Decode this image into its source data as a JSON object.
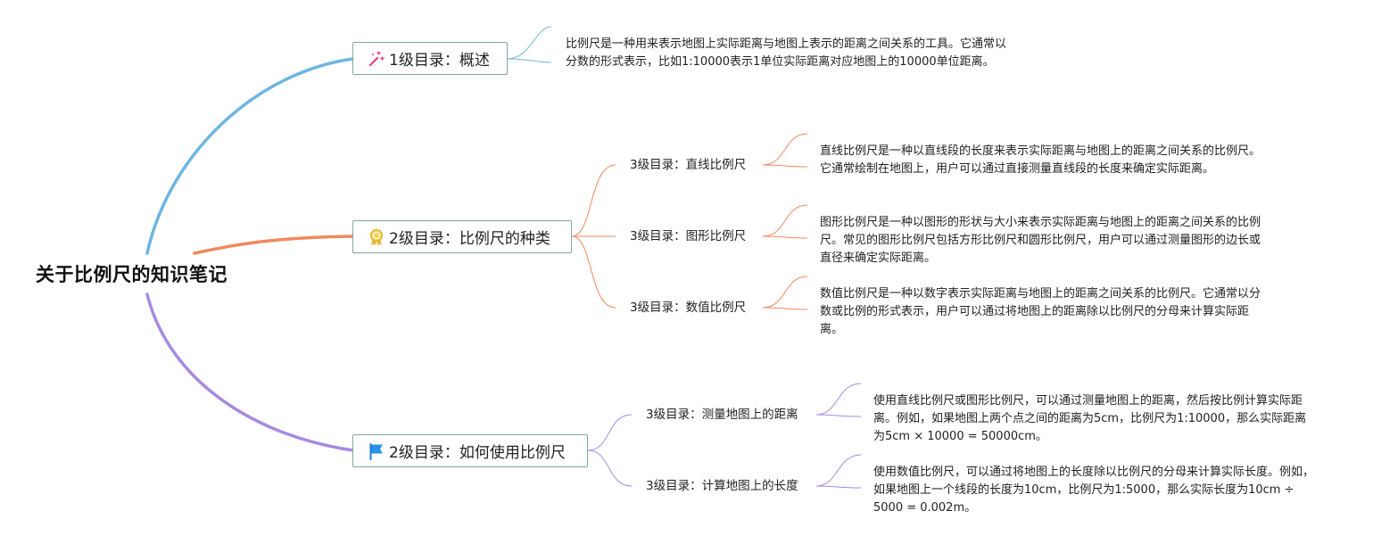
{
  "root": {
    "title": "关于比例尺的知识笔记"
  },
  "branches": [
    {
      "label": "1级目录：概述",
      "icon": "magic-wand-icon",
      "color": "#6eb6e0",
      "detail": "比例尺是一种用来表示地图上实际距离与地图上表示的距离之间关系的工具。它通常以分数的形式表示，比如1:10000表示1单位实际距离对应地图上的10000单位距离。"
    },
    {
      "label": "2级目录：比例尺的种类",
      "icon": "award-medal-icon",
      "color": "#f0895d",
      "children": [
        {
          "label": "3级目录：直线比例尺",
          "detail": "直线比例尺是一种以直线段的长度来表示实际距离与地图上的距离之间关系的比例尺。它通常绘制在地图上，用户可以通过直接测量直线段的长度来确定实际距离。"
        },
        {
          "label": "3级目录：图形比例尺",
          "detail": "图形比例尺是一种以图形的形状与大小来表示实际距离与地图上的距离之间关系的比例尺。常见的图形比例尺包括方形比例尺和圆形比例尺，用户可以通过测量图形的边长或直径来确定实际距离。"
        },
        {
          "label": "3级目录：数值比例尺",
          "detail": "数值比例尺是一种以数字表示实际距离与地图上的距离之间关系的比例尺。它通常以分数或比例的形式表示，用户可以通过将地图上的距离除以比例尺的分母来计算实际距离。"
        }
      ]
    },
    {
      "label": "2级目录：如何使用比例尺",
      "icon": "flag-icon",
      "color": "#a58be0",
      "children": [
        {
          "label": "3级目录：测量地图上的距离",
          "detail": "使用直线比例尺或图形比例尺，可以通过测量地图上的距离，然后按比例计算实际距离。例如，如果地图上两个点之间的距离为5cm，比例尺为1:10000，那么实际距离为5cm × 10000 = 50000cm。"
        },
        {
          "label": "3级目录：计算地图上的长度",
          "detail": "使用数值比例尺，可以通过将地图上的长度除以比例尺的分母来计算实际长度。例如，如果地图上一个线段的长度为10cm，比例尺为1:5000，那么实际长度为10cm ÷ 5000 = 0.002m。"
        }
      ]
    }
  ]
}
